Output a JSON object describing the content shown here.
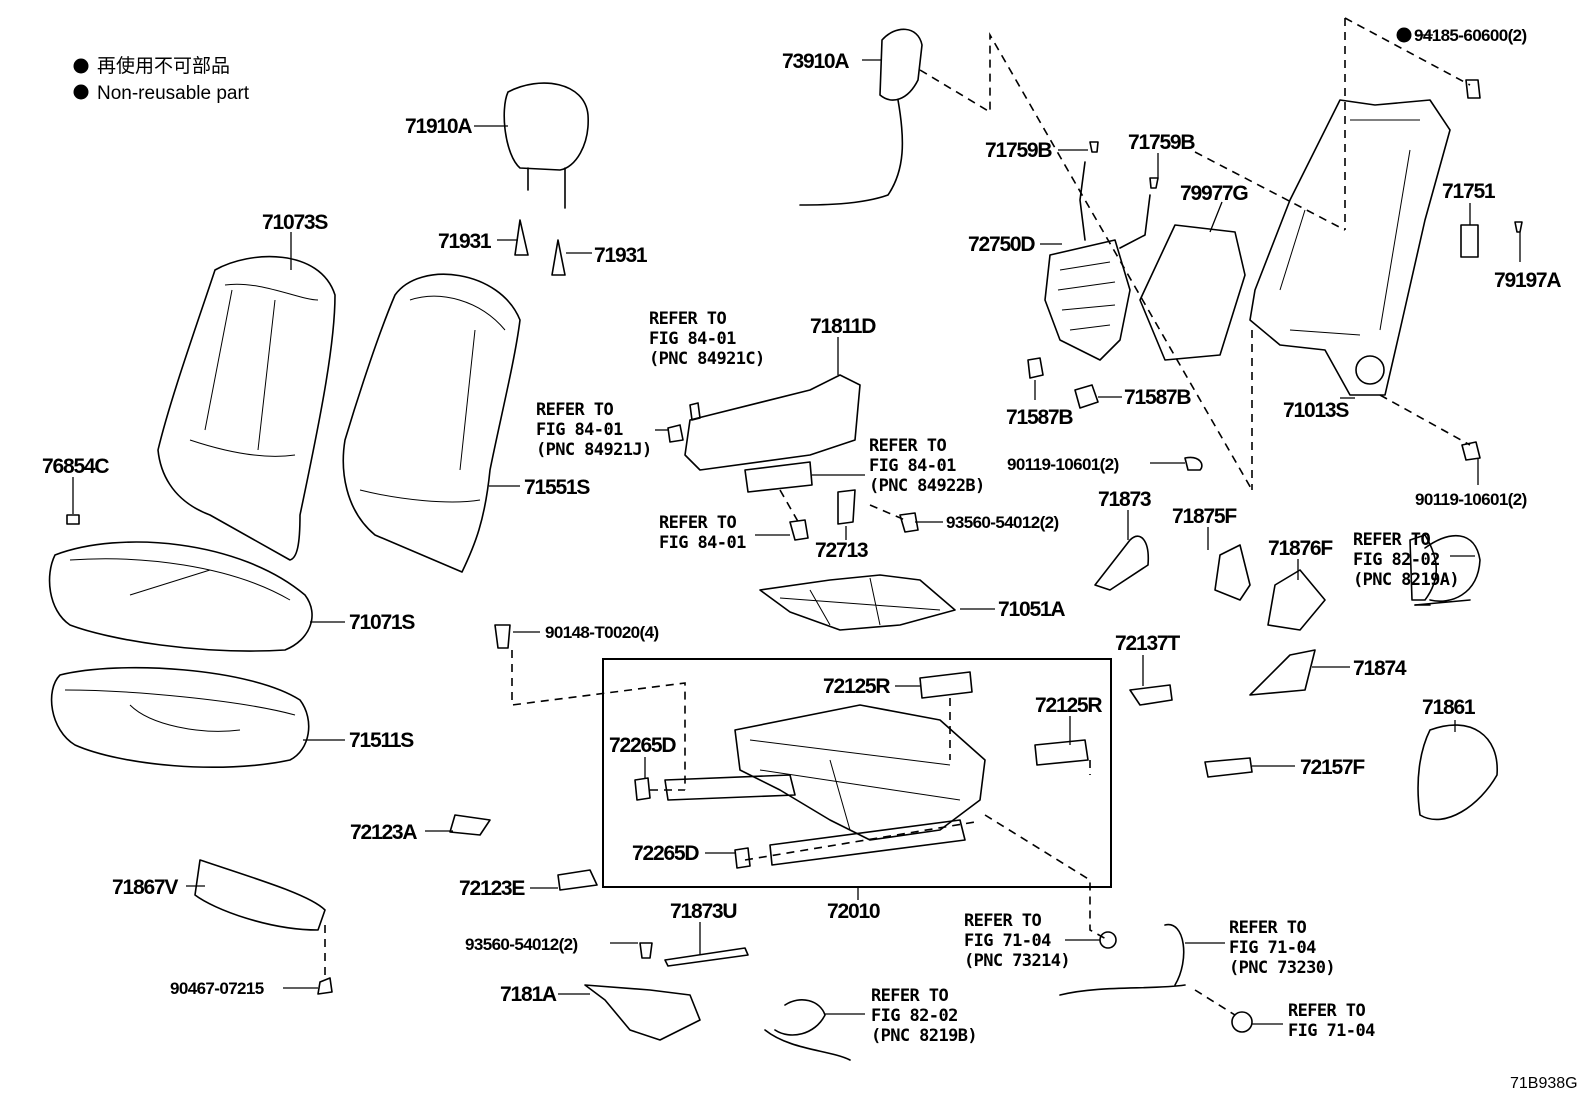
{
  "legend": {
    "item1": "再使用不可部品",
    "item2": "Non-reusable part"
  },
  "figure_code": "71B938G",
  "labels": {
    "l73910A": "73910A",
    "l71910A": "71910A",
    "l71073S": "71073S",
    "l71931a": "71931",
    "l71931b": "71931",
    "l71551S": "71551S",
    "l76854C": "76854C",
    "l71071S": "71071S",
    "l71511S": "71511S",
    "l72123A": "72123A",
    "l71867V": "71867V",
    "l90467": "90467-07215",
    "l72123E": "72123E",
    "l93560b": "93560-54012(2)",
    "l71873U": "71873U",
    "l7181A": "7181A",
    "l90148": "90148-T0020(4)",
    "l71811D": "71811D",
    "l72713": "72713",
    "l93560a": "93560-54012(2)",
    "l71051A": "71051A",
    "l72125Ra": "72125R",
    "l72125Rb": "72125R",
    "l72265Da": "72265D",
    "l72265Db": "72265D",
    "l72010": "72010",
    "l71759Ba": "71759B",
    "l71759Bb": "71759B",
    "l72750D": "72750D",
    "l79977G": "79977G",
    "l71587Ba": "71587B",
    "l71587Bb": "71587B",
    "l90119a": "90119-10601(2)",
    "l71873": "71873",
    "l71875F": "71875F",
    "l71876F": "71876F",
    "l94185": "94185-60600(2)",
    "l71751": "71751",
    "l79197A": "79197A",
    "l71013S": "71013S",
    "l90119b": "90119-10601(2)",
    "l72137T": "72137T",
    "l71874": "71874",
    "l71861": "71861",
    "l72157F": "72157F"
  },
  "refs": {
    "r1": [
      "REFER TO",
      "FIG 84-01",
      "(PNC 84921C)"
    ],
    "r2": [
      "REFER TO",
      "FIG 84-01",
      "(PNC 84921J)"
    ],
    "r3": [
      "REFER TO",
      "FIG 84-01",
      "(PNC 84922B)"
    ],
    "r4": [
      "REFER TO",
      "FIG 84-01"
    ],
    "r5": [
      "REFER TO",
      "FIG 82-02",
      "(PNC 8219A)"
    ],
    "r6": [
      "REFER TO",
      "FIG 71-04",
      "(PNC 73214)"
    ],
    "r7": [
      "REFER TO",
      "FIG 71-04",
      "(PNC 73230)"
    ],
    "r8": [
      "REFER TO",
      "FIG 82-02",
      "(PNC 8219B)"
    ],
    "r9": [
      "REFER TO",
      "FIG 71-04"
    ]
  }
}
